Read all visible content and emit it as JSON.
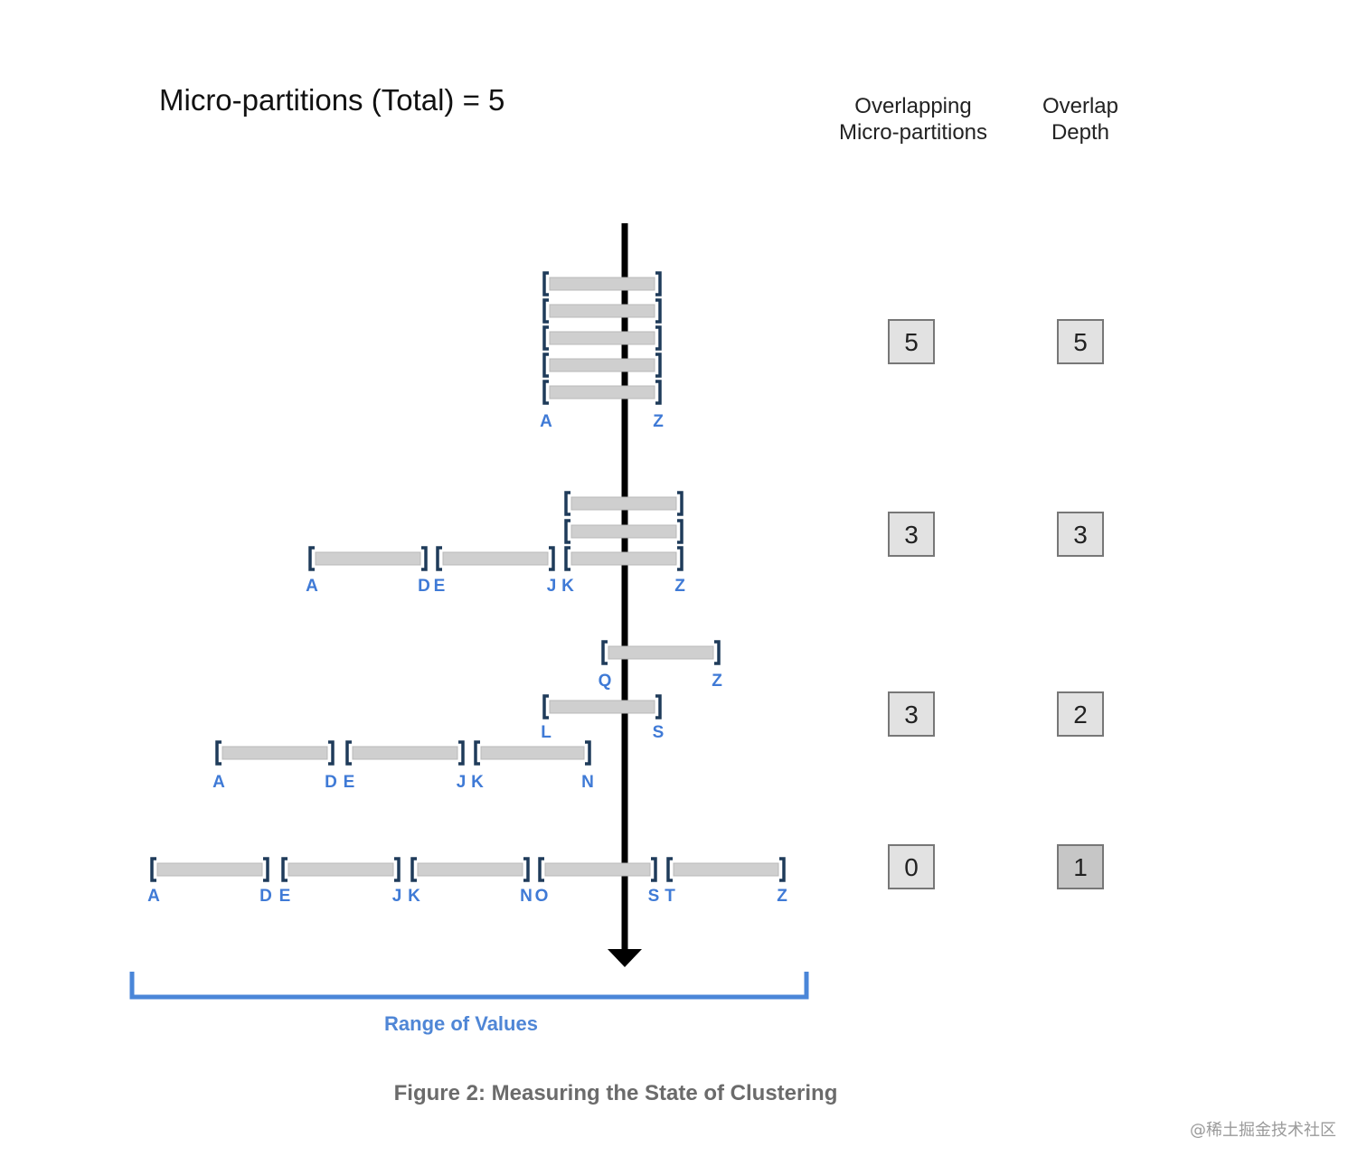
{
  "title": "Micro-partitions (Total) = 5",
  "columns": {
    "overlapping": "Overlapping\nMicro-partitions",
    "depth": "Overlap\nDepth"
  },
  "range_label": "Range of Values",
  "caption": "Figure 2: Measuring the State of Clustering",
  "watermark": "@稀土掘金技术社区",
  "colors": {
    "bracket": "#1f3b5a",
    "bar": "#cfcfcf",
    "label": "#3f7ad6",
    "axis": "#000000",
    "range": "#4a86d8"
  },
  "scenarios": [
    {
      "partitions": [
        {
          "start": "A",
          "end": "Z"
        },
        {
          "start": "A",
          "end": "Z"
        },
        {
          "start": "A",
          "end": "Z"
        },
        {
          "start": "A",
          "end": "Z"
        },
        {
          "start": "A",
          "end": "Z"
        }
      ],
      "overlapping": "5",
      "depth": "5"
    },
    {
      "partitions": [
        {
          "start": "K",
          "end": "Z"
        },
        {
          "start": "K",
          "end": "Z"
        },
        {
          "start": "K",
          "end": "Z"
        },
        {
          "start": "A",
          "end": "D"
        },
        {
          "start": "E",
          "end": "J"
        }
      ],
      "overlapping": "3",
      "depth": "3"
    },
    {
      "partitions": [
        {
          "start": "Q",
          "end": "Z"
        },
        {
          "start": "L",
          "end": "S"
        },
        {
          "start": "A",
          "end": "D"
        },
        {
          "start": "E",
          "end": "J"
        },
        {
          "start": "K",
          "end": "N"
        }
      ],
      "overlapping": "3",
      "depth": "2"
    },
    {
      "partitions": [
        {
          "start": "A",
          "end": "D"
        },
        {
          "start": "E",
          "end": "J"
        },
        {
          "start": "K",
          "end": "N"
        },
        {
          "start": "O",
          "end": "S"
        },
        {
          "start": "T",
          "end": "Z"
        }
      ],
      "overlapping": "0",
      "depth": "1"
    }
  ]
}
